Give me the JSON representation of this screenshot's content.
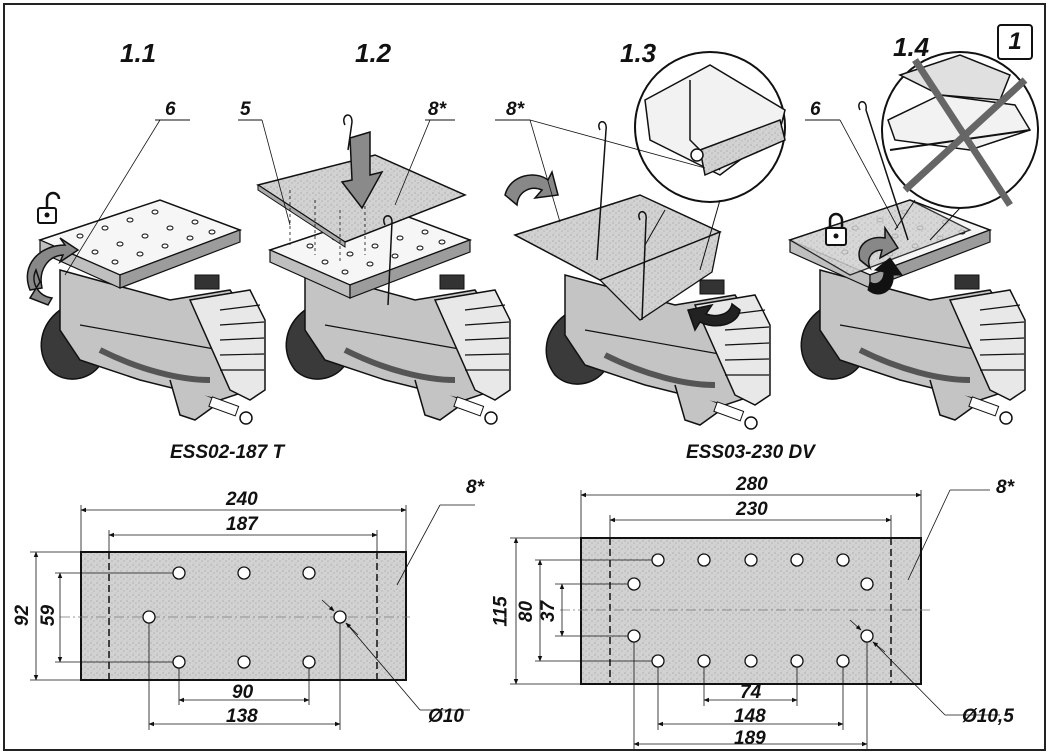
{
  "badge": "1",
  "steps": [
    "1.1",
    "1.2",
    "1.3",
    "1.4"
  ],
  "callouts": {
    "s1_part": "6",
    "s2_part_a": "5",
    "s2_part_b": "8*",
    "s3_part": "8*",
    "s4_part": "6"
  },
  "sheets": [
    {
      "model": "ESS02-187 T",
      "part": "8*",
      "dims": {
        "overall": "240",
        "pitch": "187",
        "height": "92",
        "rows": "59",
        "inner": "90",
        "outer": "138",
        "hole": "Ø10"
      }
    },
    {
      "model": "ESS03-230 DV",
      "part": "8*",
      "dims": {
        "overall": "280",
        "pitch": "230",
        "height": "115",
        "rows": "80",
        "rows_inner": "37",
        "inner": "74",
        "middle": "148",
        "outer": "189",
        "hole": "Ø10,5"
      }
    }
  ],
  "colors": {
    "ink": "#111111",
    "sheet": "#d4d4d4",
    "body_grey": "#b9b9b9",
    "dark_grey": "#555555"
  },
  "icons": [
    "unlock-icon",
    "lock-icon",
    "rotate-arrow-icon",
    "press-down-arrow-icon",
    "prohibited-cross-icon"
  ]
}
